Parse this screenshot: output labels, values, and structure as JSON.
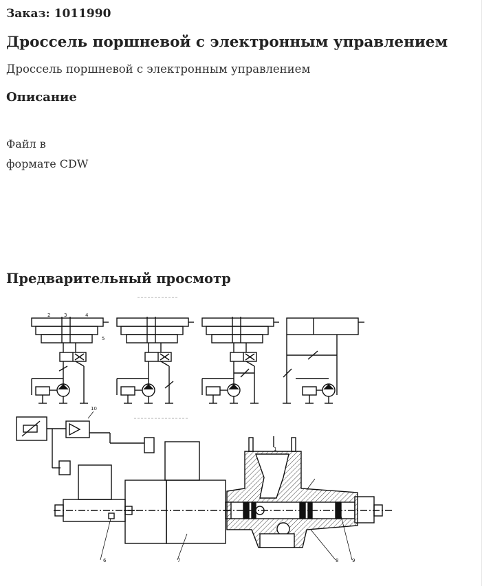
{
  "order": {
    "label": "Заказ: 1011990"
  },
  "product": {
    "title": "Дроссель поршневой с электронным управлением",
    "subtitle": "Дроссель поршневой с электронным управлением"
  },
  "description": {
    "heading": "Описание",
    "lines": [
      "Файл в",
      "формате CDW"
    ]
  },
  "preview": {
    "heading": "Предварительный просмотр",
    "callouts": [
      "1",
      "2",
      "3",
      "4",
      "5",
      "6",
      "7",
      "8",
      "9",
      "10"
    ]
  }
}
